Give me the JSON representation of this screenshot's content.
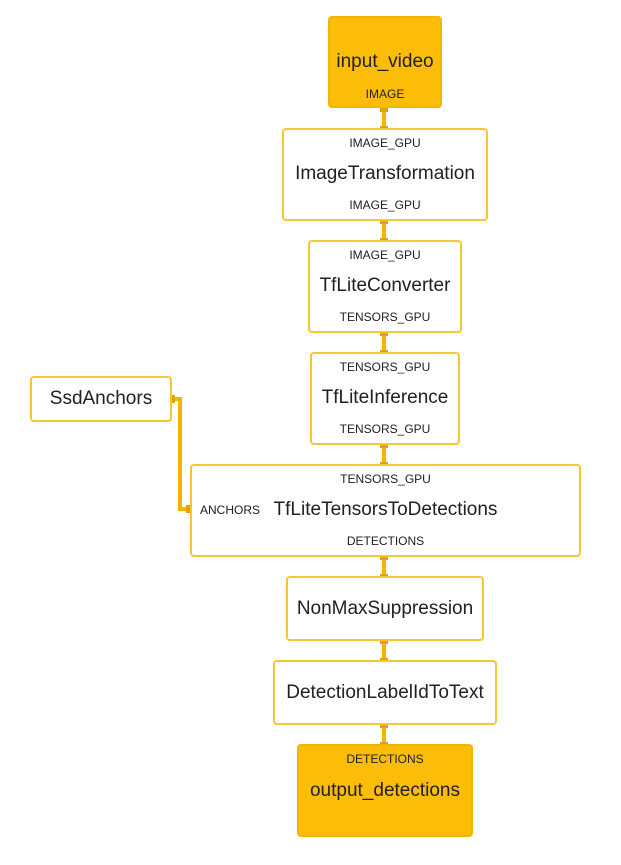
{
  "nodes": {
    "input_video": {
      "title": "input_video",
      "out": "IMAGE"
    },
    "image_transformation": {
      "title": "ImageTransformation",
      "in": "IMAGE_GPU",
      "out": "IMAGE_GPU"
    },
    "tflite_converter": {
      "title": "TfLiteConverter",
      "in": "IMAGE_GPU",
      "out": "TENSORS_GPU"
    },
    "tflite_inference": {
      "title": "TfLiteInference",
      "in": "TENSORS_GPU",
      "out": "TENSORS_GPU"
    },
    "ssd_anchors": {
      "title": "SsdAnchors"
    },
    "tensors_to_detections": {
      "title": "TfLiteTensorsToDetections",
      "in": "TENSORS_GPU",
      "in_left": "ANCHORS",
      "out": "DETECTIONS"
    },
    "non_max_suppression": {
      "title": "NonMaxSuppression"
    },
    "detection_label": {
      "title": "DetectionLabelIdToText"
    },
    "output_detections": {
      "title": "output_detections",
      "in": "DETECTIONS"
    }
  },
  "colors": {
    "node_border": "#f8c630",
    "io_fill": "#fbbd08",
    "edge": "#f4b400",
    "port": "#e2a300"
  }
}
